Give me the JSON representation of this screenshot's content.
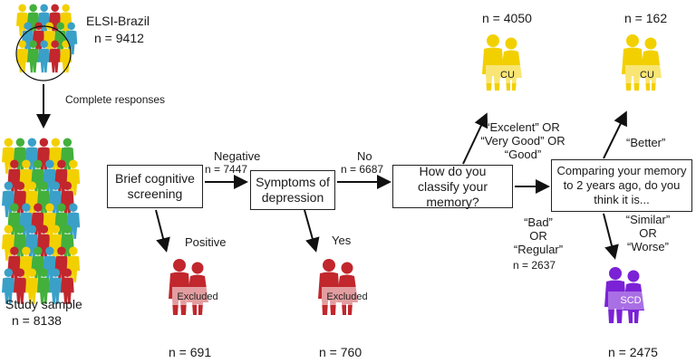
{
  "cohort": {
    "name": "ELSI-Brazil",
    "n": "n = 9412"
  },
  "complete_responses": "Complete responses",
  "study_sample": {
    "label": "Study sample",
    "n": "n = 8138"
  },
  "boxes": {
    "cognitive": "Brief cognitive screening",
    "depression": "Symptoms of depression",
    "classify": "How do you classify your memory?",
    "compare": "Comparing your memory to 2 years ago, do you think it is..."
  },
  "edges": {
    "negative": "Negative",
    "n_negative": "n = 7447",
    "positive": "Positive",
    "no": "No",
    "n_no": "n = 6687",
    "yes": "Yes",
    "good_answers": [
      "“Excelent” OR",
      "“Very Good” OR",
      "“Good”"
    ],
    "bad_answers": [
      "“Bad”",
      "OR",
      "“Regular”"
    ],
    "n_bad": "n = 2637",
    "better": "“Better”",
    "worse_answers": [
      "“Similar”",
      "OR",
      "“Worse”"
    ]
  },
  "outcomes": {
    "excluded1": {
      "label": "Excluded",
      "n": "n = 691"
    },
    "excluded2": {
      "label": "Excluded",
      "n": "n = 760"
    },
    "cu1": {
      "label": "CU",
      "n": "n = 4050"
    },
    "cu2": {
      "label": "CU",
      "n": "n = 162"
    },
    "scd": {
      "label": "SCD",
      "n": "n = 2475"
    }
  },
  "colors": {
    "excluded": "#c1272d",
    "cu": "#f2d000",
    "scd": "#7b22d6",
    "crowd": [
      "#f2d000",
      "#c1272d",
      "#3aa0c8",
      "#43b03c"
    ]
  }
}
